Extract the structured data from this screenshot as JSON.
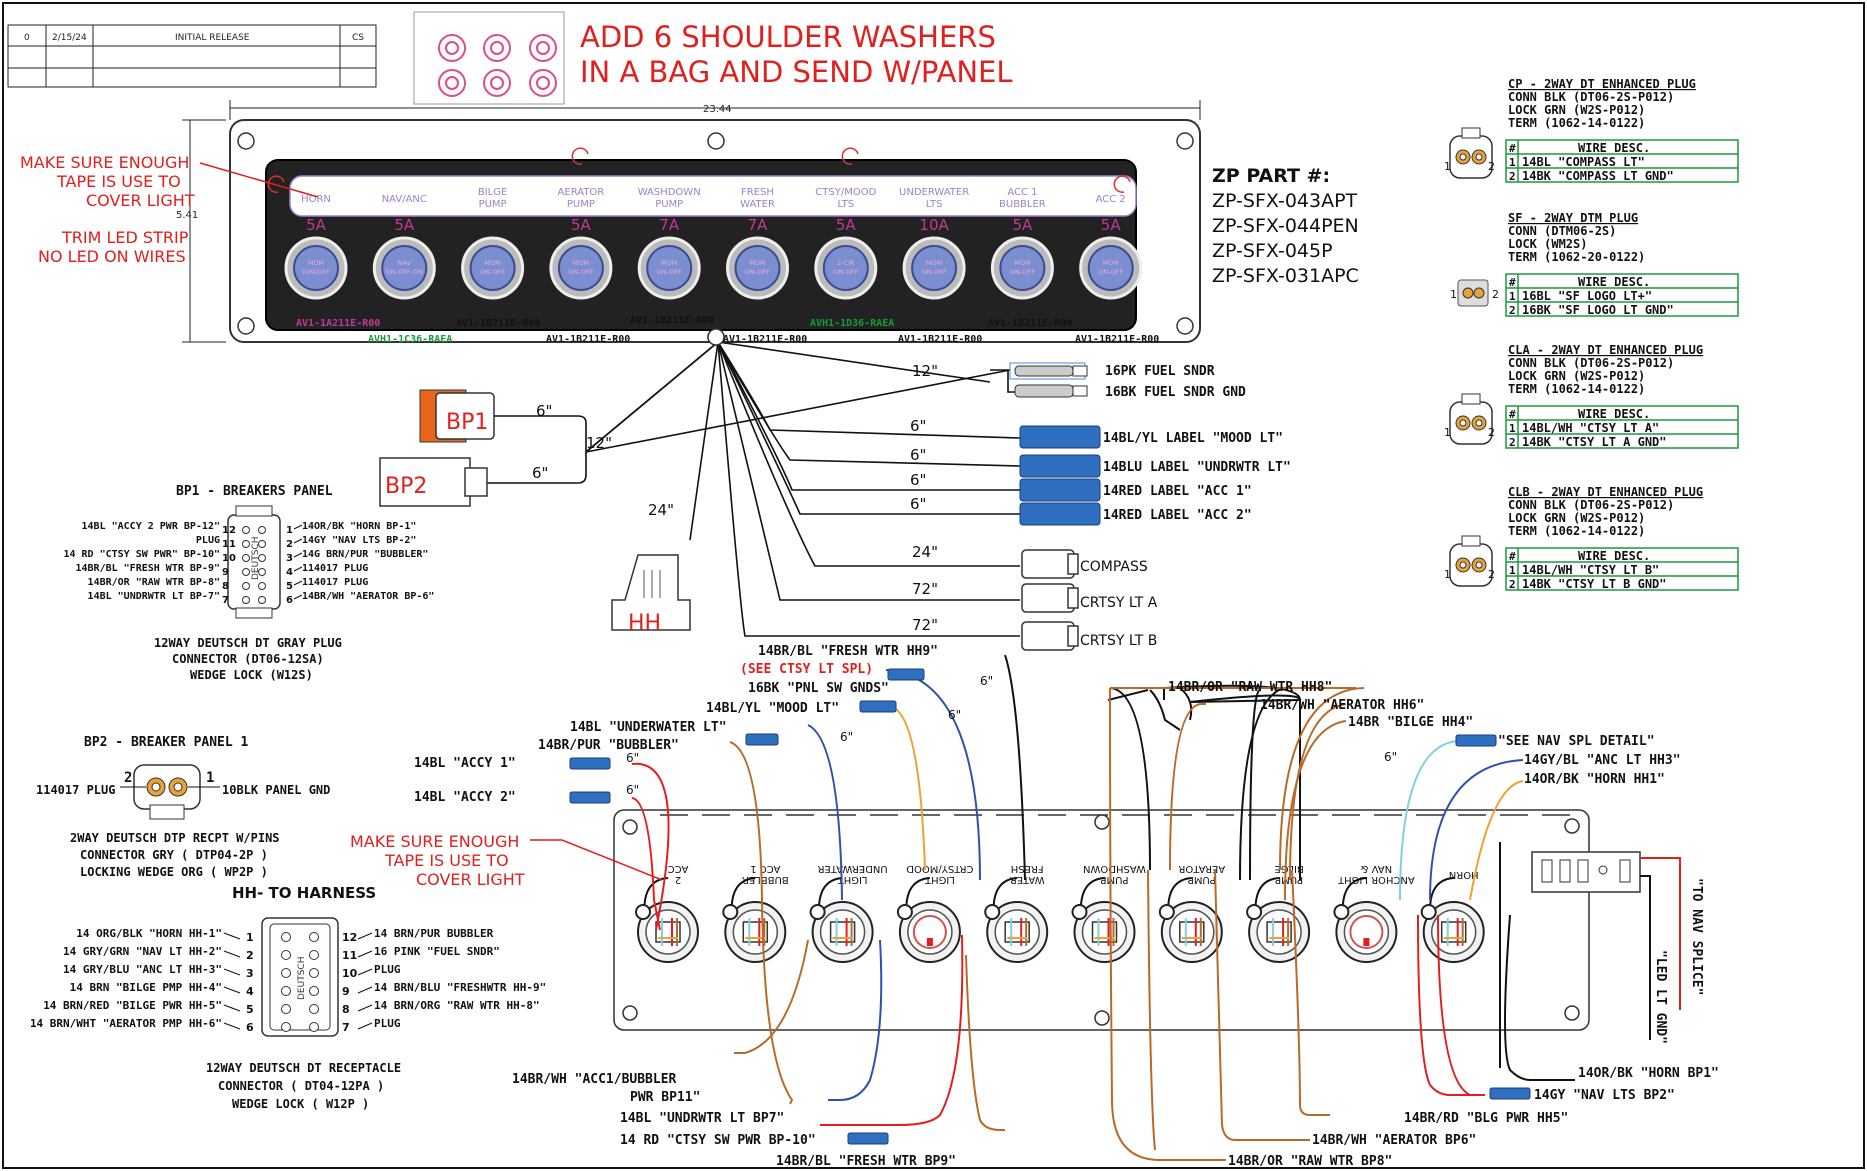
{
  "revision": {
    "rev": "0",
    "date": "2/15/24",
    "desc": "INITIAL RELEASE",
    "by": "CS"
  },
  "note_washers": [
    "ADD 6 SHOULDER WASHERS",
    "IN A BAG AND SEND W/PANEL"
  ],
  "dimensions": {
    "width": "23.44",
    "height": "5.41"
  },
  "notes_left": [
    "MAKE SURE ENOUGH",
    "TAPE IS USE TO",
    "COVER LIGHT",
    "TRIM LED STRIP",
    "NO LED ON WIRES"
  ],
  "zp_parts": {
    "title": "ZP PART #:",
    "items": [
      "ZP-SFX-043APT",
      "ZP-SFX-044PEN",
      "ZP-SFX-045P",
      "ZP-SFX-031APC"
    ]
  },
  "switches": [
    {
      "label1": "HORN",
      "label2": "",
      "amps": "5A",
      "cap1": "MOM",
      "cap2": "(ON)OFF"
    },
    {
      "label1": "NAV/ANC",
      "label2": "",
      "amps": "5A",
      "cap1": "NAV",
      "cap2": "ON-OFF-ON"
    },
    {
      "label1": "BILGE",
      "label2": "PUMP",
      "amps": "",
      "cap1": "MOM",
      "cap2": "ON-OFF"
    },
    {
      "label1": "AERATOR",
      "label2": "PUMP",
      "amps": "5A",
      "cap1": "MOM",
      "cap2": "ON-OFF"
    },
    {
      "label1": "WASHDOWN",
      "label2": "PUMP",
      "amps": "7A",
      "cap1": "MOM",
      "cap2": "ON-OFF"
    },
    {
      "label1": "FRESH",
      "label2": "WATER",
      "amps": "7A",
      "cap1": "MOM",
      "cap2": "ON-OFF"
    },
    {
      "label1": "CTSY/MOOD",
      "label2": "LTS",
      "amps": "5A",
      "cap1": "2-CIR",
      "cap2": "ON-OFF"
    },
    {
      "label1": "UNDERWATER",
      "label2": "LTS",
      "amps": "10A",
      "cap1": "MOM",
      "cap2": "ON-OFF"
    },
    {
      "label1": "ACC 1",
      "label2": "BUBBLER",
      "amps": "5A",
      "cap1": "MOM",
      "cap2": "ON-OFF"
    },
    {
      "label1": "ACC 2",
      "label2": "",
      "amps": "5A",
      "cap1": "MOM",
      "cap2": "ON-OFF"
    }
  ],
  "switch_parts": {
    "row1": [
      "AV1-1A211E-R00",
      "AV1-1B211E-R00",
      "AV1-1B211E-R00",
      "AVH1-1D36-RAEA",
      "AV1-1B211E-R00"
    ],
    "row2": [
      "AVH1-1C36-RAEA",
      "AV1-1B211E-R00",
      "AV1-1B211E-R00",
      "AV1-1B211E-R00",
      "AV1-1B211E-R00"
    ]
  },
  "harness_lengths": {
    "bp_trunk": "12\"",
    "bp1": "6\"",
    "bp2": "6\"",
    "hh": "24\"",
    "fuel": "12\"",
    "mood": "6\"",
    "undrwtr": "6\"",
    "acc1": "6\"",
    "acc2": "6\"",
    "compass": "24\"",
    "crtsy_a": "72\"",
    "crtsy_b": "72\""
  },
  "connectors": {
    "bp1": "BP1",
    "bp2": "BP2",
    "hh": "HH"
  },
  "outputs": {
    "fuel1": "16PK FUEL SNDR",
    "fuel2": "16BK FUEL SNDR GND",
    "mood": "14BL/YL LABEL \"MOOD LT\"",
    "undrwtr": "14BLU LABEL \"UNDRWTR LT\"",
    "acc1": "14RED LABEL \"ACC 1\"",
    "acc2": "14RED LABEL \"ACC 2\"",
    "compass": "COMPASS",
    "crtsy_a": "CRTSY LT A",
    "crtsy_b": "CRTSY LT B"
  },
  "bp1": {
    "title": "BP1 - BREAKERS PANEL",
    "left": [
      {
        "text": "14BL \"ACCY 2 PWR BP-12\"",
        "pin": "12"
      },
      {
        "text": "PLUG",
        "pin": "11"
      },
      {
        "text": "14 RD \"CTSY SW PWR\" BP-10\"",
        "pin": "10"
      },
      {
        "text": "14BR/BL \"FRESH WTR BP-9\"",
        "pin": "9"
      },
      {
        "text": "14BR/OR \"RAW WTR BP-8\"",
        "pin": "8"
      },
      {
        "text": "14BL \"UNDRWTR LT BP-7\"",
        "pin": "7"
      }
    ],
    "right": [
      {
        "pin": "1",
        "text": "14OR/BK \"HORN BP-1\""
      },
      {
        "pin": "2",
        "text": "14GY \"NAV LTS BP-2\""
      },
      {
        "pin": "3",
        "text": "14G BRN/PUR \"BUBBLER\""
      },
      {
        "pin": "4",
        "text": "114017 PLUG"
      },
      {
        "pin": "5",
        "text": "114017 PLUG"
      },
      {
        "pin": "6",
        "text": "14BR/WH \"AERATOR BP-6\""
      }
    ],
    "desc": [
      "12WAY DEUTSCH DT GRAY PLUG",
      "CONNECTOR (DT06-12SA)",
      "WEDGE LOCK (W12S)"
    ],
    "body_label": "DEUTSCH"
  },
  "bp2": {
    "title": "BP2 - BREAKER PANEL 1",
    "left": "114017 PLUG",
    "pin_l": "2",
    "pin_r": "1",
    "right": "10BLK PANEL GND",
    "desc": [
      "2WAY DEUTSCH DTP RECPT W/PINS",
      "CONNECTOR GRY ( DTP04-2P )",
      "LOCKING WEDGE ORG ( WP2P )"
    ]
  },
  "hh": {
    "title": "HH- TO HARNESS",
    "left": [
      {
        "text": "14 ORG/BLK \"HORN HH-1\"",
        "pin": "1"
      },
      {
        "text": "14 GRY/GRN \"NAV LT HH-2\"",
        "pin": "2"
      },
      {
        "text": "14 GRY/BLU \"ANC LT HH-3\"",
        "pin": "3"
      },
      {
        "text": "14 BRN \"BILGE PMP HH-4\"",
        "pin": "4"
      },
      {
        "text": "14 BRN/RED \"BILGE PWR HH-5\"",
        "pin": "5"
      },
      {
        "text": "14 BRN/WHT \"AERATOR PMP HH-6\"",
        "pin": "6"
      }
    ],
    "right": [
      {
        "pin": "12",
        "text": "14 BRN/PUR BUBBLER"
      },
      {
        "pin": "11",
        "text": "16 PINK \"FUEL SNDR\""
      },
      {
        "pin": "10",
        "text": "PLUG"
      },
      {
        "pin": "9",
        "text": "14 BRN/BLU \"FRESHWTR HH-9\""
      },
      {
        "pin": "8",
        "text": "14 BRN/ORG \"RAW WTR HH-8\""
      },
      {
        "pin": "7",
        "text": "PLUG"
      }
    ],
    "desc": [
      "12WAY DEUTSCH DT RECEPTACLE",
      "CONNECTOR ( DT04-12PA )",
      "WEDGE LOCK ( W12P )"
    ],
    "body_label": "DEUTSCH"
  },
  "plugs": [
    {
      "title": "CP - 2WAY DT ENHANCED PLUG",
      "conn": "CONN BLK (DT06-2S-P012)",
      "lock": "LOCK GRN (W2S-P012)",
      "term": "TERM (1062-14-0122)",
      "rows": [
        [
          "1",
          "14BL \"COMPASS LT\""
        ],
        [
          "2",
          "14BK \"COMPASS LT GND\""
        ]
      ]
    },
    {
      "title": "SF - 2WAY DTM PLUG",
      "conn": "CONN (DTM06-2S)",
      "lock": "LOCK (WM2S)",
      "term": "TERM (1062-20-0122)",
      "rows": [
        [
          "1",
          "16BL \"SF LOGO LT+\""
        ],
        [
          "2",
          "16BK \"SF LOGO LT GND\""
        ]
      ]
    },
    {
      "title": "CLA - 2WAY DT ENHANCED PLUG",
      "conn": "CONN BLK (DT06-2S-P012)",
      "lock": "LOCK GRN (W2S-P012)",
      "term": "TERM (1062-14-0122)",
      "rows": [
        [
          "1",
          "14BL/WH \"CTSY LT A\""
        ],
        [
          "2",
          "14BK \"CTSY LT A GND\""
        ]
      ]
    },
    {
      "title": "CLB - 2WAY DT ENHANCED PLUG",
      "conn": "CONN BLK (DT06-2S-P012)",
      "lock": "LOCK GRN (W2S-P012)",
      "term": "TERM (1062-14-0122)",
      "rows": [
        [
          "1",
          "14BL/WH \"CTSY LT B\""
        ],
        [
          "2",
          "14BK \"CTSY LT B GND\""
        ]
      ]
    }
  ],
  "plug_header": "WIRE DESC.",
  "plug_hash": "#",
  "rear_labels": [
    "ACC 2",
    "ACC 1 BUBBLER",
    "UNDERWATER LIGHT",
    "CRTSY/MOOD LIGHT",
    "FRESH WATER",
    "WASHDOWN PUMP",
    "AERATOR PUMP",
    "BILGE PUMP",
    "NAV & ANCHOR LIGHT",
    "HORN"
  ],
  "rear_top_wires": {
    "fresh": "14BR/BL \"FRESH WTR HH9\"",
    "see_ctsy": "(SEE CTSY LT SPL)",
    "pnl_gnds": "16BK \"PNL SW GNDS\"",
    "mood": "14BL/YL \"MOOD LT\"",
    "underwater": "14BL \"UNDERWATER LT\"",
    "bubbler": "14BR/PUR \"BUBBLER\"",
    "accy1": "14BL \"ACCY 1\"",
    "accy2": "14BL \"ACCY 2\"",
    "raw": "14BR/OR \"RAW WTR HH8\"",
    "aerator": "14BR/WH \"AERATOR HH6\"",
    "bilge": "14BR \"BILGE HH4\"",
    "see_nav": "\"SEE NAV SPL DETAIL\"",
    "anc": "14GY/BL \"ANC LT HH3\"",
    "horn": "14OR/BK \"HORN HH1\""
  },
  "rear_six": "6\"",
  "rear_notes": [
    "MAKE SURE ENOUGH",
    "TAPE IS USE TO",
    "COVER LIGHT"
  ],
  "nav_splice": "\"TO NAV SPLICE\"",
  "led_gnd": "\"LED LT GND\"",
  "rear_bottom_wires": {
    "acc1a": "14BR/WH \"ACC1/BUBBLER",
    "acc1b": "PWR BP11\"",
    "undrwtr": "14BL \"UNDRWTR LT BP7\"",
    "ctsy": "14 RD \"CTSY SW PWR BP-10\"",
    "fresh": "14BR/BL \"FRESH WTR BP9\"",
    "raw": "14BR/OR \"RAW WTR BP8\"",
    "aerator": "14BR/WH \"AERATOR BP6\"",
    "blg": "14BR/RD \"BLG PWR HH5\"",
    "nav": "14GY \"NAV LTS BP2\"",
    "horn": "14OR/BK \"HORN BP1\""
  },
  "colors": {
    "red_note": "#e0201e",
    "magenta": "#c0399a",
    "green": "#1a9a3c",
    "blue_conn": "#2f6fbf",
    "violet_text": "#9c83c8"
  }
}
